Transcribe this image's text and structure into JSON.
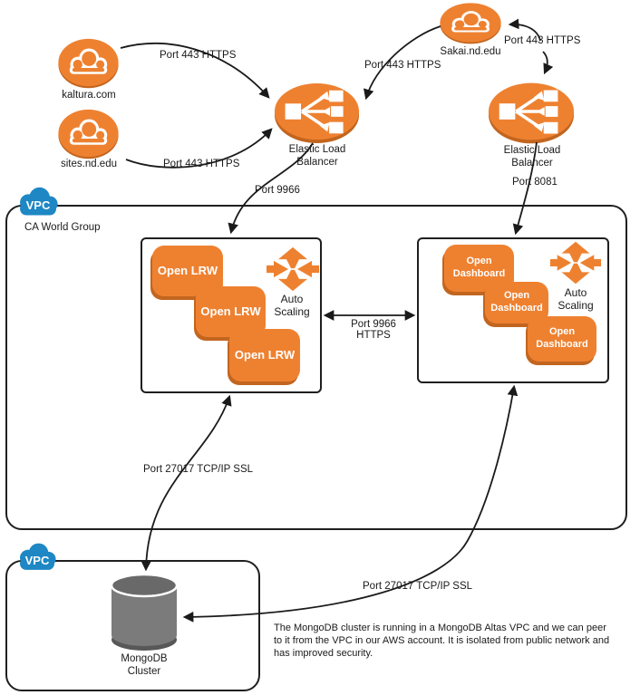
{
  "colors": {
    "orange": "#EE8130",
    "orange_dark": "#C2651F",
    "blue": "#1E87C4",
    "gray": "#7B7B7B",
    "gray_dark": "#585858",
    "gray_cap": "#696969",
    "line": "#1a1a1a"
  },
  "external_clouds": {
    "kaltura": {
      "label": "kaltura.com"
    },
    "sites": {
      "label": "sites.nd.edu"
    },
    "sakai": {
      "label": "Sakai.nd.edu"
    }
  },
  "load_balancers": {
    "left": {
      "label": "Elastic Load Balancer"
    },
    "right": {
      "label": "Elastic Load Balancer"
    }
  },
  "connections": {
    "kaltura_elb": {
      "label": "Port 443 HTTPS"
    },
    "sites_elb": {
      "label": "Port 443 HTTPS"
    },
    "sakai_left_elb": {
      "label": "Port 443 HTTPS"
    },
    "sakai_right_elb": {
      "label": "Port 443 HTTPS"
    },
    "elb_lrw": {
      "label": "Port 9966"
    },
    "elb_dashboard": {
      "label": "Port 8081"
    },
    "lrw_dashboard": {
      "label_line1": "Port 9966",
      "label_line2": "HTTPS"
    },
    "lrw_mongo": {
      "label": "Port 27017 TCP/IP SSL"
    },
    "dashboard_mongo": {
      "label": "Port 27017 TCP/IP SSL"
    }
  },
  "vpc_main": {
    "badge": "VPC",
    "name": "CA World Group"
  },
  "vpc_mongo": {
    "badge": "VPC"
  },
  "lrw_cluster": {
    "instances": [
      "Open LRW",
      "Open LRW",
      "Open LRW"
    ],
    "auto_scaling": "Auto Scaling"
  },
  "dashboard_cluster": {
    "instances": [
      "Open Dashboard",
      "Open Dashboard",
      "Open Dashboard"
    ],
    "auto_scaling": "Auto Scaling"
  },
  "mongodb": {
    "label": "MongoDB Cluster"
  },
  "note": {
    "lines": [
      "The MongoDB cluster is running in a MongoDB Altas VPC and we can peer",
      "to it from the VPC in our AWS account. It is isolated from public network and",
      "has improved security."
    ]
  }
}
